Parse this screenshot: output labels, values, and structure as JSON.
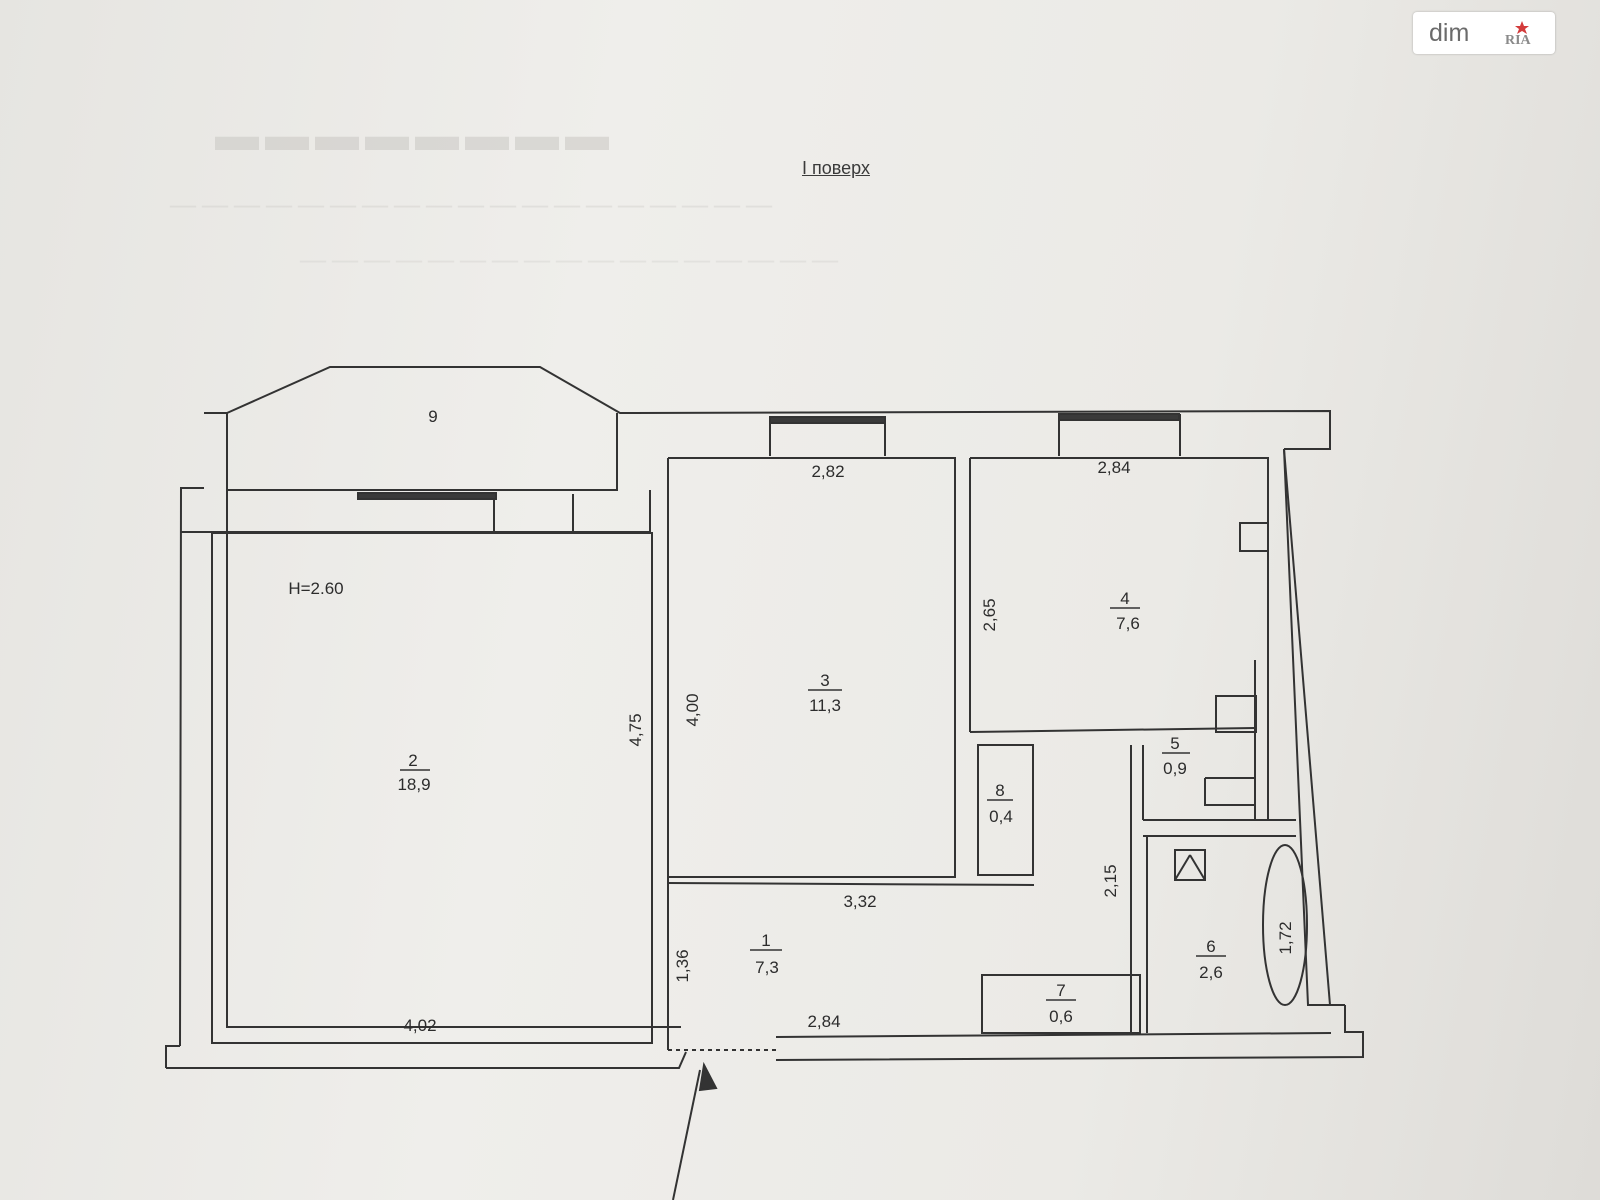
{
  "watermark": {
    "text": "dim",
    "logo_text": "RIA"
  },
  "plan": {
    "title": "I поверх",
    "height_note": "H=2.60",
    "rooms": [
      {
        "number": "1",
        "area": "7,3"
      },
      {
        "number": "2",
        "area": "18,9"
      },
      {
        "number": "3",
        "area": "11,3"
      },
      {
        "number": "4",
        "area": "7,6"
      },
      {
        "number": "5",
        "area": "0,9"
      },
      {
        "number": "6",
        "area": "2,6"
      },
      {
        "number": "7",
        "area": "0,6"
      },
      {
        "number": "8",
        "area": "0,4"
      },
      {
        "number": "9"
      }
    ],
    "dimensions": {
      "room3_top": "2,82",
      "room4_top": "2,84",
      "room2_right": "4,75",
      "room3_left": "4,00",
      "room4_left": "2,65",
      "room3_bottom": "3,32",
      "corridor_right": "2,15",
      "room6_bath": "1,72",
      "room1_left": "1,36",
      "room2_bottom": "4,02",
      "room1_bottom": "2,84"
    }
  }
}
